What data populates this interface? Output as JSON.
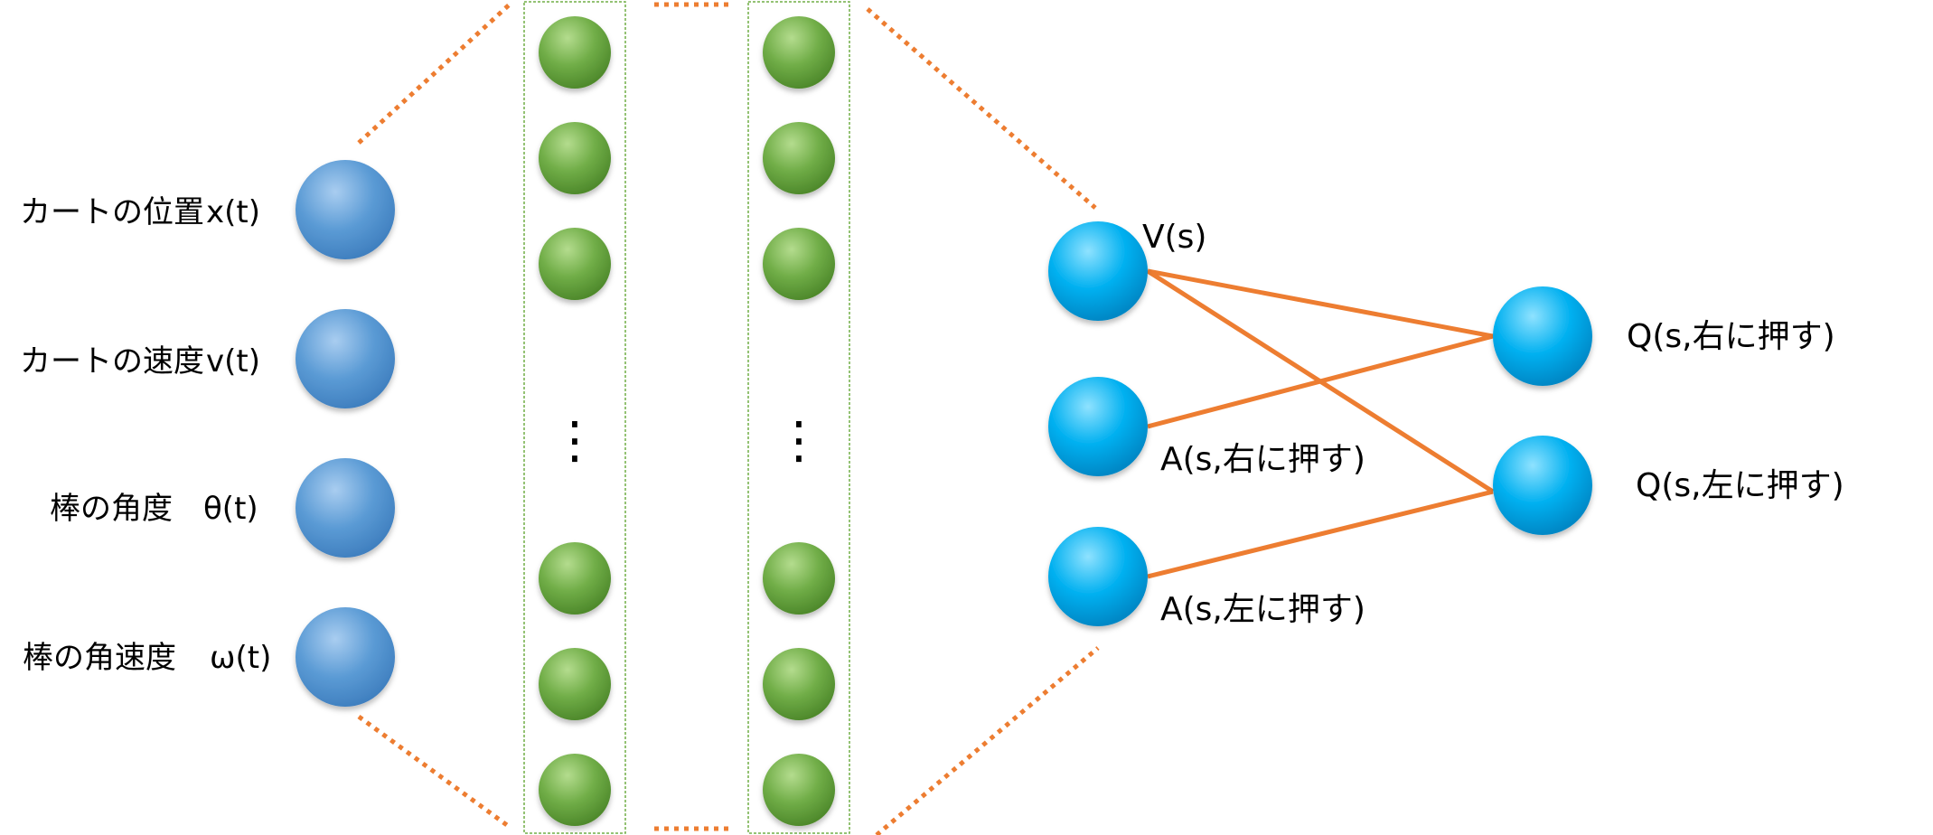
{
  "input_labels": {
    "cart_position": "カートの位置",
    "cart_position_var": "x(t)",
    "cart_velocity": "カートの速度",
    "cart_velocity_var": "v(t)",
    "pole_angle": "棒の角度",
    "pole_angle_var": "θ(t)",
    "pole_angular_velocity": "棒の角速度",
    "pole_angular_velocity_var": "ω(t)"
  },
  "hidden_ellipsis": "⋮",
  "dueling": {
    "value_label": "V(s)",
    "advantage_right_label": "A(s,右に押す)",
    "advantage_left_label": "A(s,左に押す)",
    "q_right_label": "Q(s,右に押す)",
    "q_left_label": "Q(s,左に押す)"
  },
  "colors": {
    "input_node": "#5b9bd5",
    "hidden_node": "#70ad47",
    "dueling_node": "#00b0f0",
    "connection": "#ed7d31",
    "layer_box_border": "#70ad47"
  }
}
